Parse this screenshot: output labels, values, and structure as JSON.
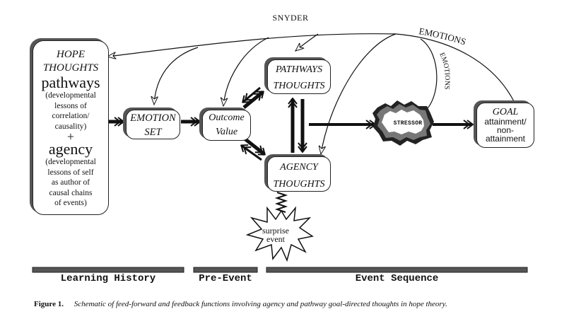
{
  "header": {
    "running_head": "SNYDER"
  },
  "diagram": {
    "hope_box": {
      "title_line1": "HOPE",
      "title_line2": "THOUGHTS",
      "pathways_label": "pathways",
      "pathways_desc": [
        "(developmental",
        "lessons of",
        "correlation/",
        "causality)"
      ],
      "plus": "+",
      "agency_label": "agency",
      "agency_desc": [
        "(developmental",
        "lessons of self",
        "as author of",
        "causal chains",
        "of events)"
      ]
    },
    "emotion_set": {
      "line1": "EMOTION",
      "line2": "SET"
    },
    "outcome_value": {
      "line1": "Outcome",
      "line2": "Value"
    },
    "pathways_thoughts": {
      "line1": "PATHWAYS",
      "line2": "THOUGHTS"
    },
    "agency_thoughts": {
      "line1": "AGENCY",
      "line2": "THOUGHTS"
    },
    "stressor": {
      "label": "STRESSOR"
    },
    "goal": {
      "title": "GOAL",
      "line1": "attainment/",
      "line2": "non-",
      "line3": "attainment"
    },
    "surprise_event": {
      "line1": "surprise",
      "line2": "event"
    },
    "feedback_labels": {
      "outer": "EMOTIONS",
      "inner": "EMOTIONS"
    }
  },
  "timeline": {
    "phases": [
      {
        "label": "Learning History"
      },
      {
        "label": "Pre-Event"
      },
      {
        "label": "Event Sequence"
      }
    ],
    "bar_color": "#555555"
  },
  "caption": {
    "figure_label": "Figure 1.",
    "text": "Schematic of feed-forward and feedback functions involving agency and pathway goal-directed thoughts in hope theory."
  }
}
